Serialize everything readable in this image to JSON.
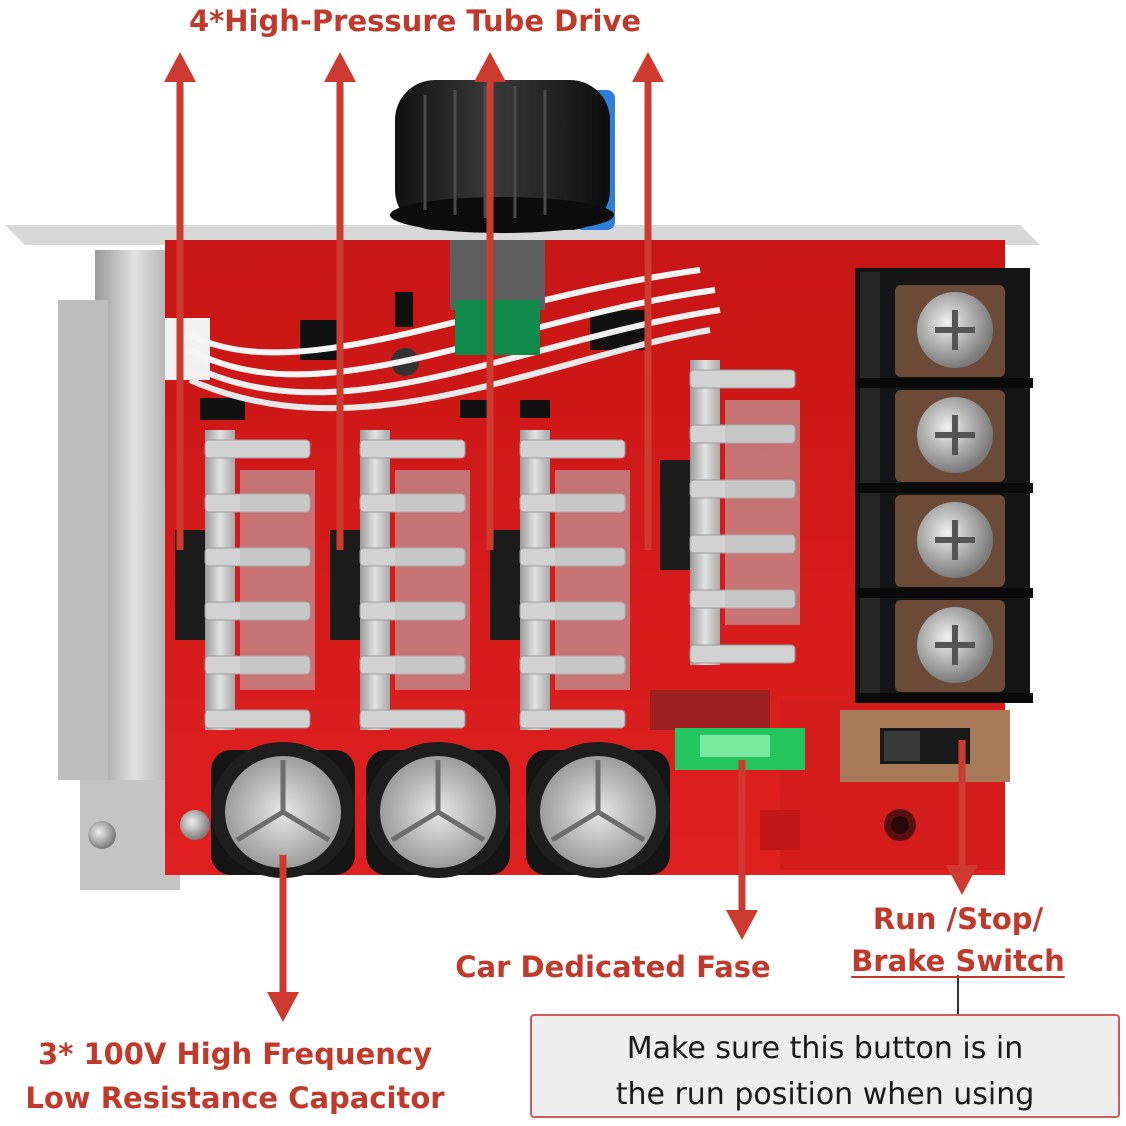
{
  "labels": {
    "top": "4*High-Pressure Tube Drive",
    "fuse": "Car Dedicated Fase",
    "switch_line1": "Run /Stop/",
    "switch_line2": "Brake Switch",
    "capacitor_line1": "3* 100V High Frequency",
    "capacitor_line2": "Low Resistance Capacitor"
  },
  "note": {
    "line1": "Make sure this button is in",
    "line2": "the run position when using"
  },
  "terminal_block": {
    "screw_count": 4
  },
  "mosfet_count": 4,
  "capacitor_count": 3,
  "colors": {
    "label_red": "#c0392b",
    "arrow_red": "#cd3a2f",
    "pcb_red": "#d41c1c",
    "heatsink": "#cfcfcf",
    "terminal_black": "#151515",
    "fuse_green": "#22c55e",
    "note_border": "#d05a5a",
    "note_bg": "#eeeeee"
  }
}
